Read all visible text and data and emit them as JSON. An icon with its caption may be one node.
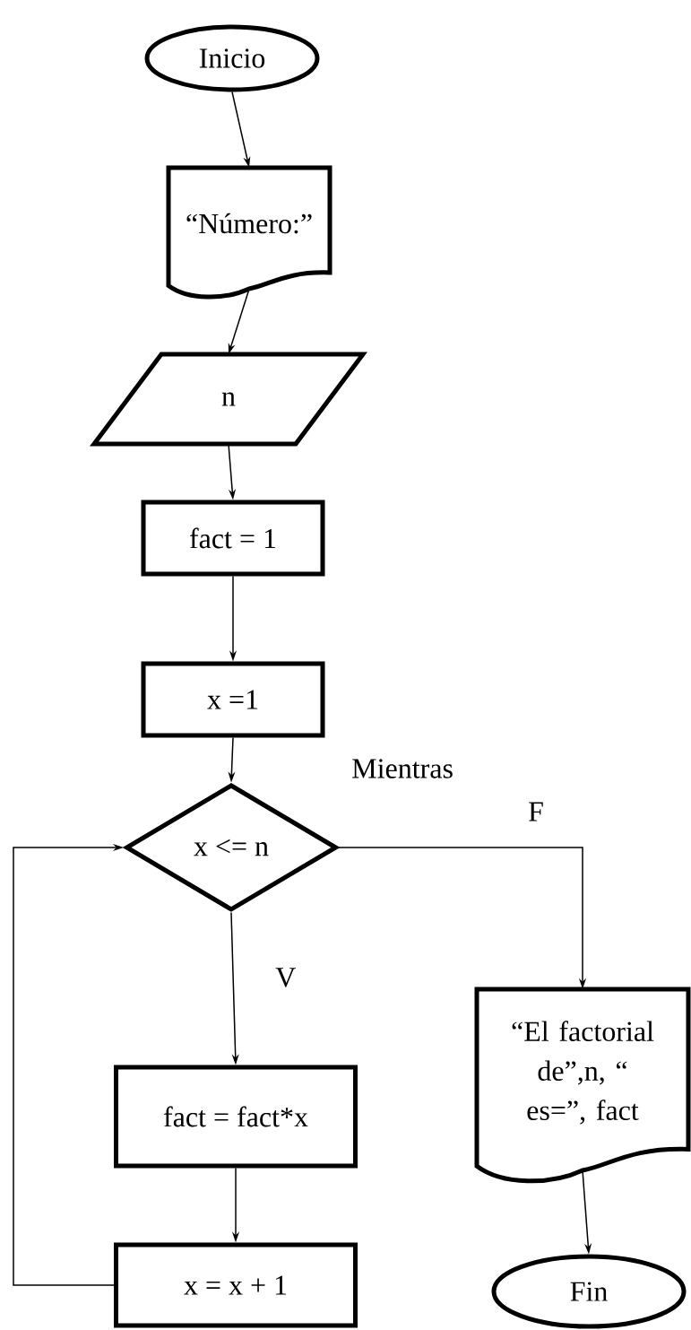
{
  "diagram": {
    "nodes": [
      {
        "text": [
          "Inicio"
        ]
      },
      {
        "text": [
          "“Número:”"
        ]
      },
      {
        "text": [
          "n"
        ]
      },
      {
        "text": [
          "fact = 1"
        ]
      },
      {
        "text": [
          "x =1"
        ]
      },
      {
        "text": [
          "x <= n"
        ]
      },
      {
        "text": [
          "fact = fact*x"
        ]
      },
      {
        "text": [
          "x = x + 1"
        ]
      },
      {
        "text": [
          "“El factorial de”,n, “ es=”, fact"
        ]
      },
      {
        "text": [
          "Fin"
        ]
      }
    ],
    "edges": [
      {
        "from": 0,
        "to": 1,
        "arrow": "to"
      },
      {
        "from": 1,
        "to": 2,
        "arrow": "to"
      },
      {
        "from": 2,
        "to": 3,
        "arrow": "to"
      },
      {
        "from": 3,
        "to": 4,
        "arrow": "to"
      },
      {
        "from": 4,
        "to": 5,
        "arrow": "to",
        "label": "Mientras"
      },
      {
        "from": 5,
        "to": 6,
        "arrow": "to",
        "label": "V"
      },
      {
        "from": 6,
        "to": 7,
        "arrow": "to"
      },
      {
        "from": 7,
        "to": 5,
        "arrow": "to"
      },
      {
        "from": 5,
        "to": 8,
        "arrow": "to",
        "label": "F"
      },
      {
        "from": 8,
        "to": 9,
        "arrow": "to"
      }
    ]
  }
}
